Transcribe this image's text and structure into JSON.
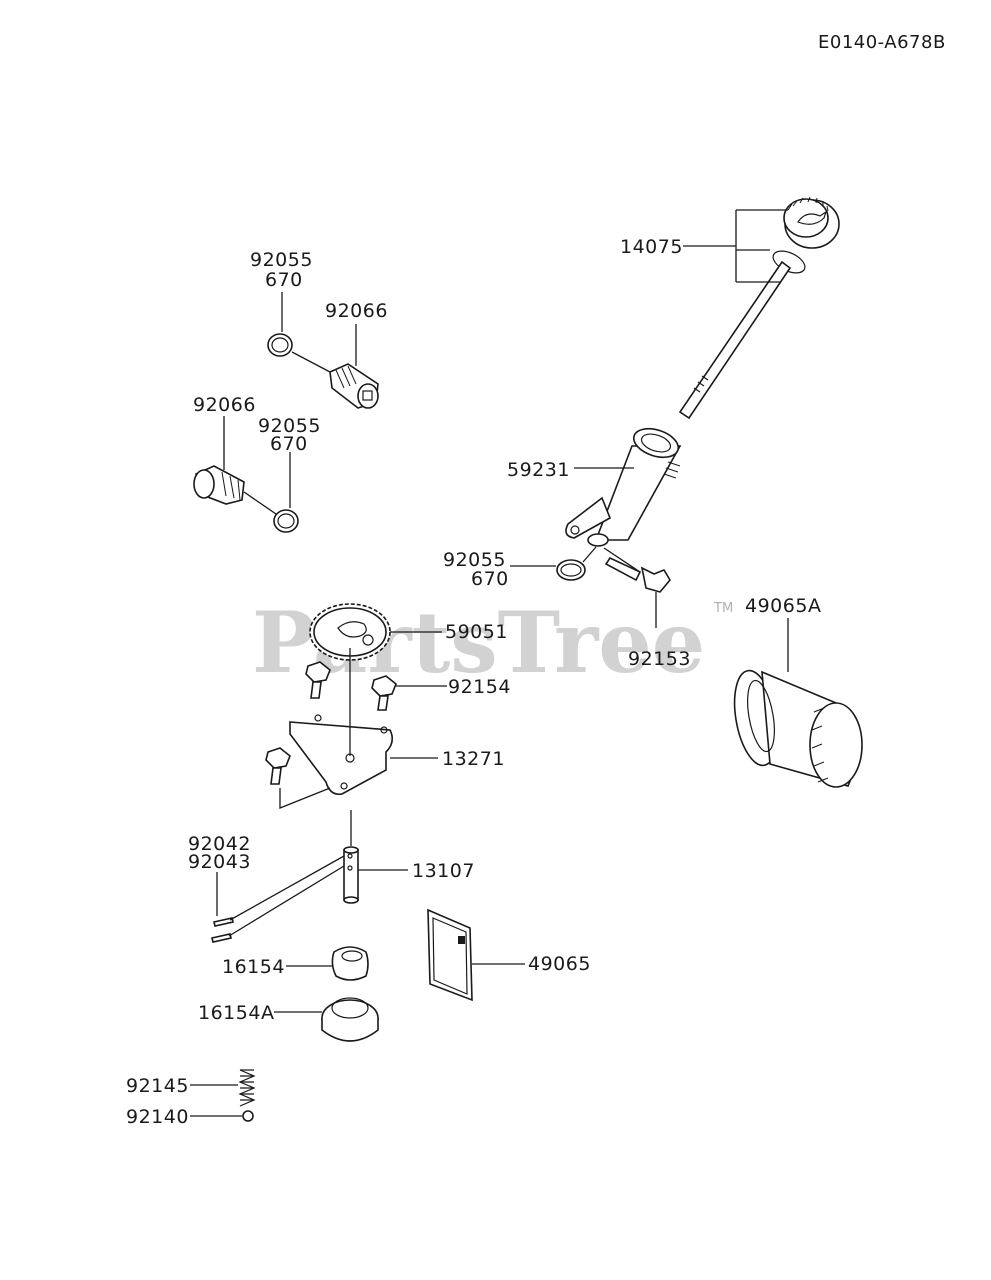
{
  "diagram_code": "E0140-A678B",
  "watermark": "PartsTree",
  "trademark": "TM",
  "labels": {
    "l_14075": "14075",
    "l_92055_a": "92055",
    "l_670_a": "670",
    "l_92066_a": "92066",
    "l_92066_b": "92066",
    "l_92055_b": "92055",
    "l_670_b": "670",
    "l_59231": "59231",
    "l_92055_c": "92055",
    "l_670_c": "670",
    "l_92153": "92153",
    "l_49065A": "49065A",
    "l_59051": "59051",
    "l_92154": "92154",
    "l_13271": "13271",
    "l_92042": "92042",
    "l_92043": "92043",
    "l_13107": "13107",
    "l_49065": "49065",
    "l_16154": "16154",
    "l_16154A": "16154A",
    "l_92145": "92145",
    "l_92140": "92140"
  }
}
